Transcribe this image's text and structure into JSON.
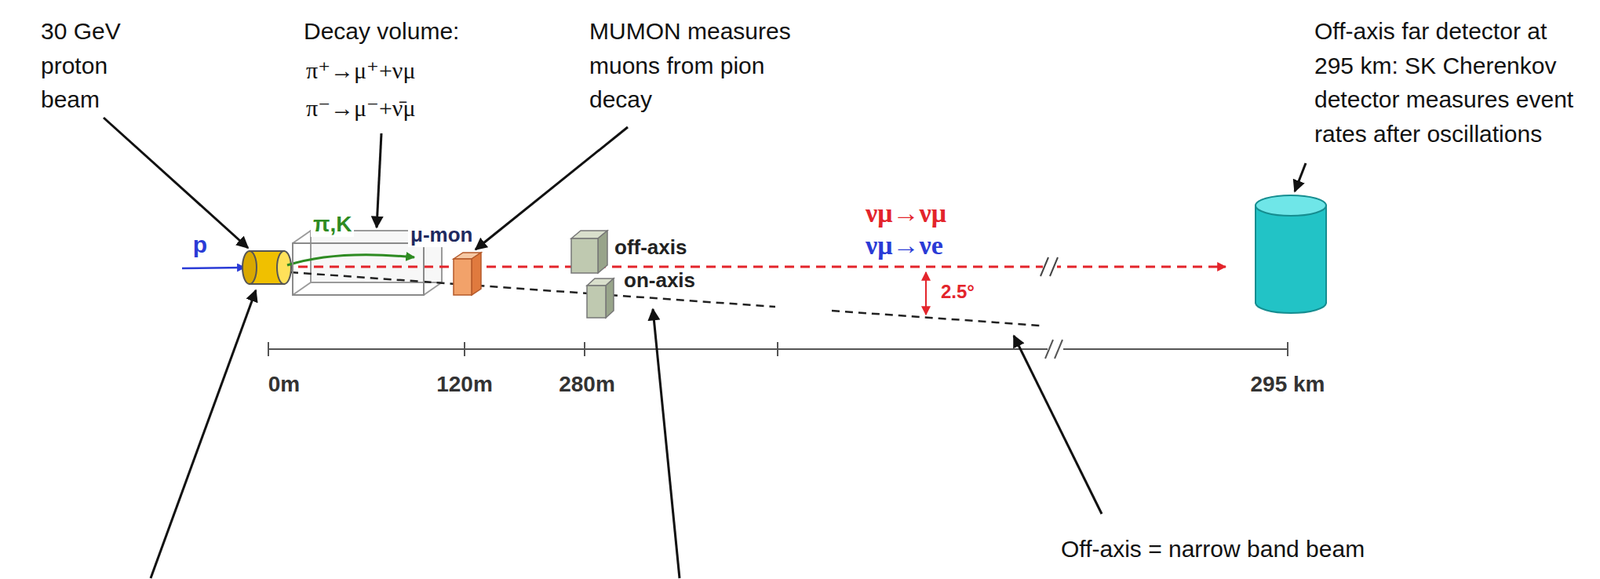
{
  "diagram": {
    "labels": [
      "30 GeV proton beam",
      "Decay volume:",
      "π⁺→μ⁺+νμ",
      "π⁻→μ⁻+ν̄μ",
      "MUMON measures muons from pion decay",
      "Off-axis far detector at 295 km: SK Cherenkov detector measures event rates after oscillations",
      "p",
      "π,K",
      "μ-mon",
      "off-axis",
      "on-axis",
      "νμ→νμ",
      "νμ→νe",
      "2.5°",
      "0m",
      "120m",
      "280m",
      "295 km",
      "Off-axis = narrow band beam"
    ]
  }
}
